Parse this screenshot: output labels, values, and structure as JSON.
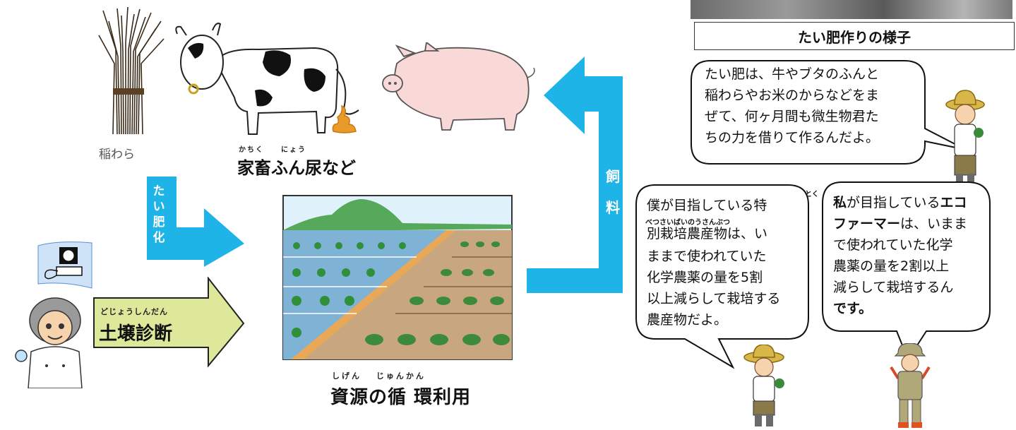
{
  "labels": {
    "straw": "稲わら",
    "manure_ruby": "かちく　　にょう",
    "manure": "家畜ふん尿など",
    "compost_arrow": "たい肥化",
    "feed_arrow": "飼料",
    "soil_ruby": "どじょうしんだん",
    "soil": "土壌診断",
    "cycle_ruby": "しげん　 じゅんかん",
    "cycle": "資源の循 環利用"
  },
  "photo_caption": "たい肥作りの様子",
  "bubbles": {
    "compost": "たい肥は、牛やブタのふんと\n稲わらやお米のからなどをま\nぜて、何ヶ月間も微生物君た\nちの力を借りて作るんだよ。",
    "special": {
      "ruby1": "とく",
      "line1": "僕が目指している特",
      "ruby2": "べつさいばいのうさんぶつ",
      "line2": "別栽培農産物は、い",
      "rest": "ままで使われていた\n化学農薬の量を5割\n以上減らして栽培する\n農産物だよ。"
    },
    "eco": {
      "p1": "私",
      "p2": "が目指している",
      "p3": "エコ\nファーマー",
      "p4": "は、いまま\nで使われていた化学\n農薬の量を2割以上\n減らして栽培するん\n",
      "p5": "です。"
    }
  },
  "colors": {
    "arrow_blue": "#1eb4e8",
    "arrow_green": "#dde89a",
    "pig": "#f9d8d8",
    "soil_brown": "#c8a67f",
    "water_blue": "#7fb3d6",
    "hill_green": "#56a85a"
  }
}
